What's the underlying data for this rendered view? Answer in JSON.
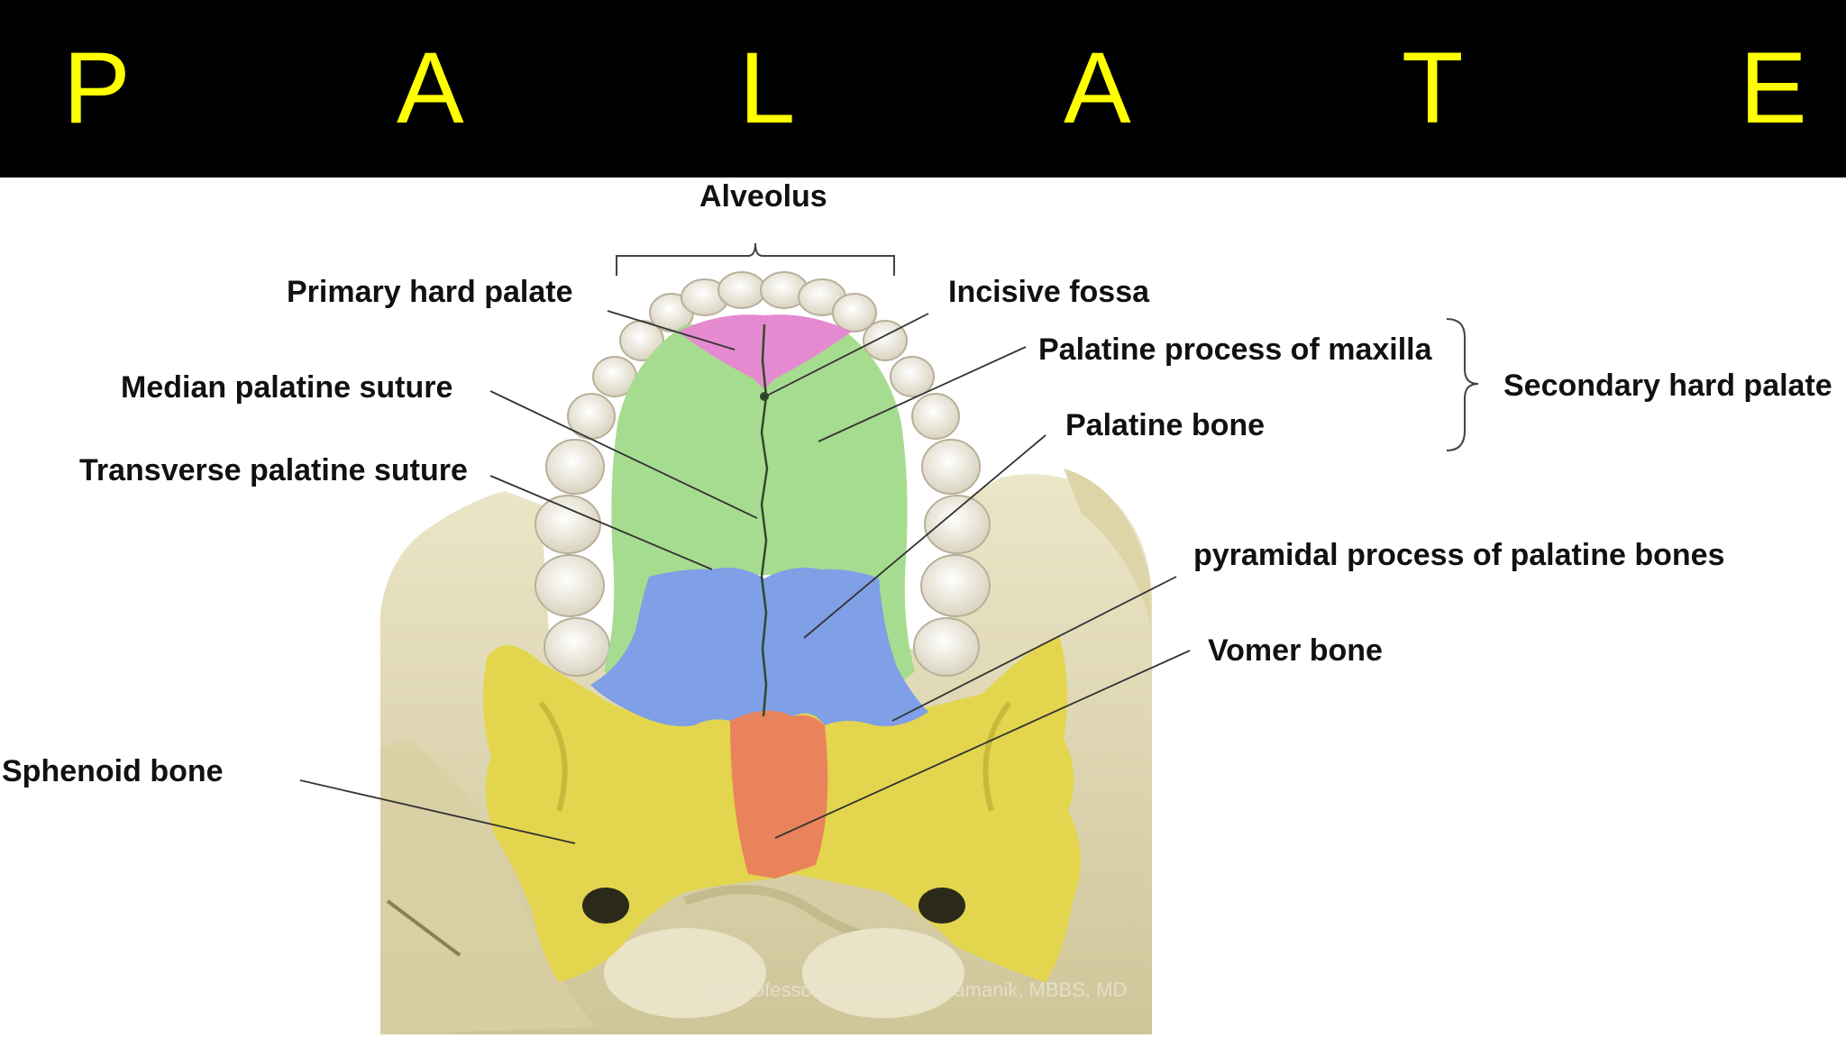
{
  "title": {
    "letters": [
      "P",
      "A",
      "L",
      "A",
      "T",
      "E"
    ],
    "color": "#ffff00",
    "background": "#000000"
  },
  "labels": {
    "alveolus": "Alveolus",
    "primary_hard_palate": "Primary hard palate",
    "incisive_fossa": "Incisive fossa",
    "palatine_process_of_maxilla": "Palatine process of maxilla",
    "secondary_hard_palate": "Secondary hard palate",
    "median_palatine_suture": "Median palatine suture",
    "palatine_bone": "Palatine bone",
    "transverse_palatine_suture": "Transverse palatine suture",
    "pyramidal_process": "pyramidal process of palatine bones",
    "vomer_bone": "Vomer bone",
    "sphenoid_bone": "Sphenoid bone"
  },
  "credit": "Ast Professor(Dr) Asutosh Pramanik, MBBS, MD",
  "colors": {
    "primary_palate": "#e58ad0",
    "maxilla": "#a6dc8f",
    "palatine": "#7f9fe6",
    "sphenoid": "#e3d54e",
    "vomer": "#e9835c",
    "skull": "#e6dfbc",
    "teeth": "#f4f1e8"
  }
}
